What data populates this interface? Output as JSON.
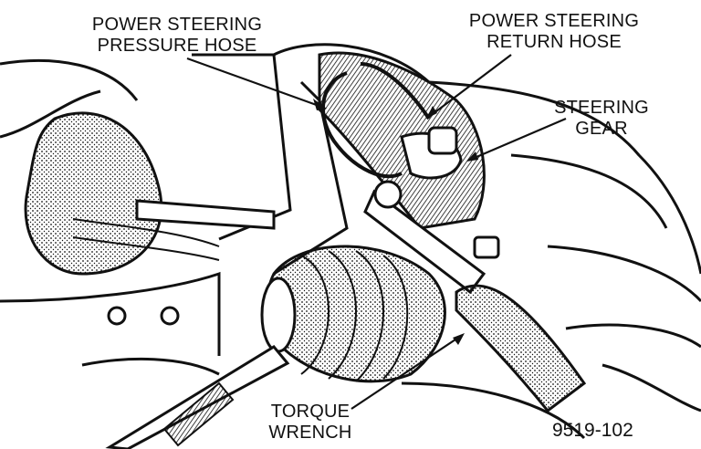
{
  "labels": {
    "pressure_hose": [
      "POWER STEERING",
      "PRESSURE HOSE"
    ],
    "return_hose": [
      "POWER STEERING",
      "RETURN HOSE"
    ],
    "steering_gear": [
      "STEERING",
      "GEAR"
    ],
    "torque_wrench": [
      "TORQUE",
      "WRENCH"
    ]
  },
  "figure_number": "9519-102",
  "colors": {
    "ink": "#111111",
    "paper": "#ffffff",
    "shade": "#3a3a3a"
  }
}
